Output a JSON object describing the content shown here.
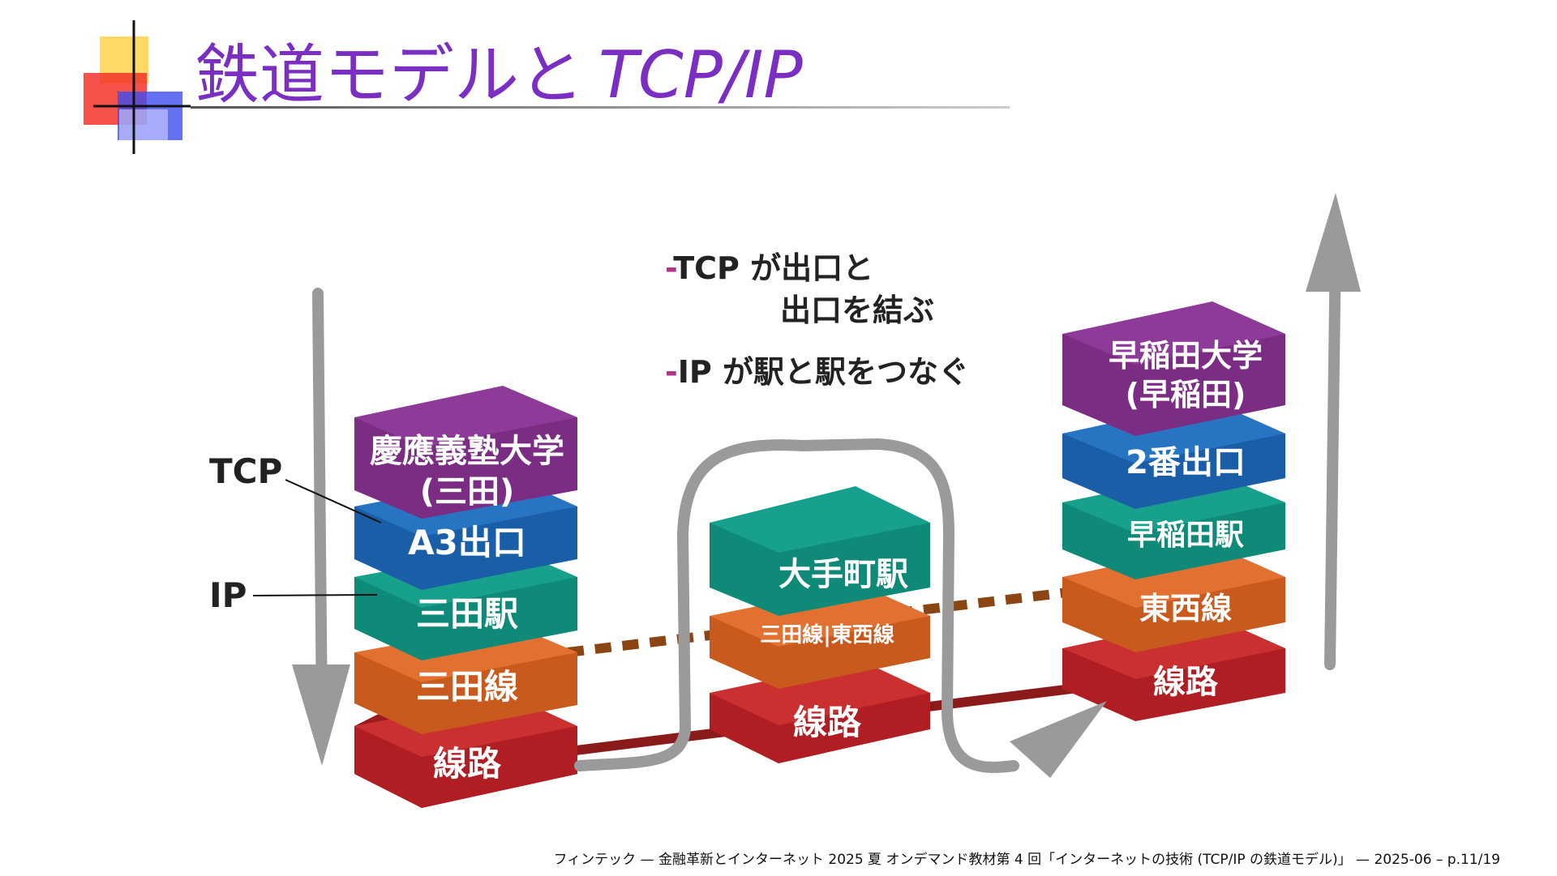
{
  "title": {
    "jp": "鉄道モデルと",
    "en": "TCP/IP"
  },
  "notes": {
    "tcp_line1": "-TCP が出口と",
    "tcp_line2": "出口を結ぶ",
    "ip_line": "-IP が駅と駅をつなぐ"
  },
  "side_labels": {
    "tcp": "TCP",
    "ip": "IP"
  },
  "stacks": {
    "left": [
      "慶應義塾大学",
      "(三田)",
      "A3出口",
      "三田駅",
      "三田線",
      "線路"
    ],
    "middle": [
      "大手町駅",
      "三田線|東西線",
      "線路"
    ],
    "right": [
      "早稲田大学",
      "(早稲田)",
      "2番出口",
      "早稲田駅",
      "東西線",
      "線路"
    ]
  },
  "colors": {
    "purple": "#7b2d84",
    "blue": "#1a5ea8",
    "teal": "#0f8a78",
    "orange": "#d0621e",
    "red": "#b01e24",
    "title": "#7a2fc2",
    "arrow": "#9a9a9a",
    "dotted_link": "#8b4513",
    "rail_link": "#8b1a1a"
  },
  "footer": "フィンテック — 金融革新とインターネット 2025 夏 オンデマンド教材第 4 回「インターネットの技術 (TCP/IP の鉄道モデル)」 — 2025-06 – p.11/19"
}
